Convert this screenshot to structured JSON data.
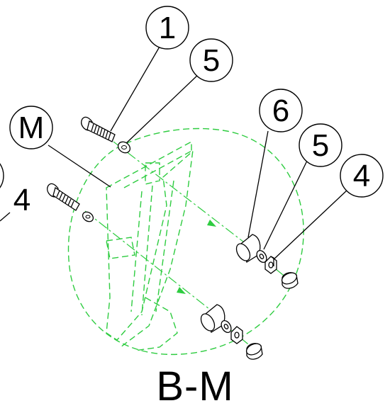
{
  "caption": "B-M",
  "callouts": {
    "c1": "1",
    "c5a": "5",
    "cM": "M",
    "c4left": "4",
    "c6": "6",
    "c5b": "5",
    "c4b": "4"
  },
  "colors": {
    "line": "#000000",
    "hidden": "#2ecc40",
    "part_fill": "#ffffff"
  }
}
